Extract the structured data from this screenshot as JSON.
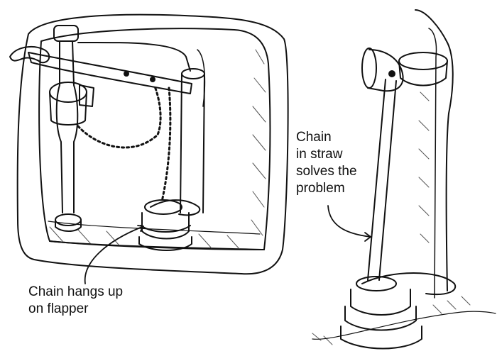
{
  "callouts": {
    "left": {
      "lines": [
        "Chain hangs up",
        "on flapper"
      ]
    },
    "right": {
      "lines": [
        "Chain",
        "in straw",
        "solves the",
        "problem"
      ]
    }
  },
  "colors": {
    "ink": "#111111",
    "paper": "#ffffff",
    "hatch": "#555555"
  }
}
